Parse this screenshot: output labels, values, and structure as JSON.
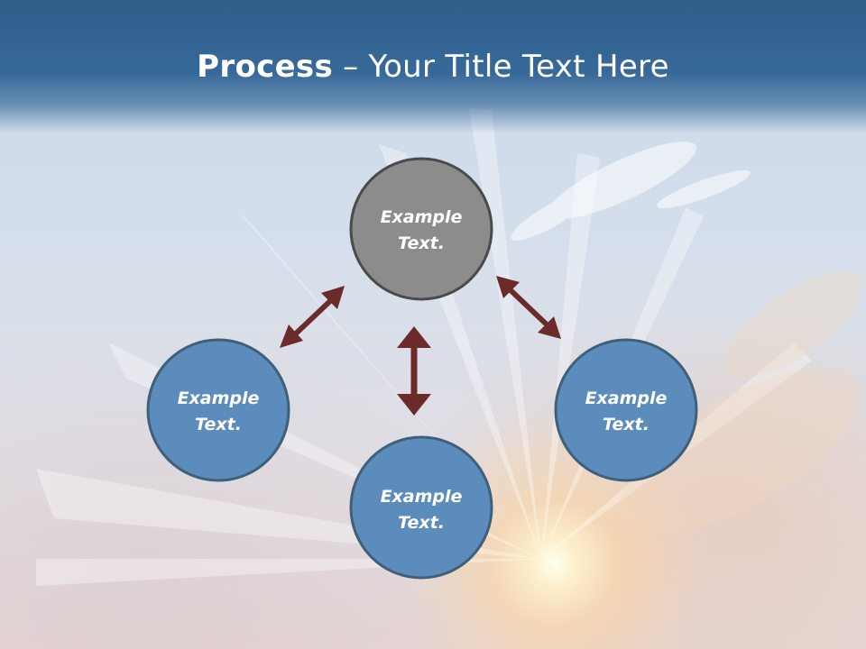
{
  "slide": {
    "title_bold": "Process",
    "title_rest": " – Your Title Text Here"
  },
  "nodes": [
    {
      "id": "top",
      "line1": "Example",
      "line2": "Text.",
      "fill": "#8c8c8c"
    },
    {
      "id": "left",
      "line1": "Example",
      "line2": "Text.",
      "fill": "#5b8cbc"
    },
    {
      "id": "bottom",
      "line1": "Example",
      "line2": "Text.",
      "fill": "#5b8cbc"
    },
    {
      "id": "right",
      "line1": "Example",
      "line2": "Text.",
      "fill": "#5b8cbc"
    }
  ],
  "colors": {
    "header": "#2e5f8a",
    "arrow": "#6b2b2b",
    "node_stroke": "#3f5f7a",
    "gray_node_stroke": "#4a4a4a"
  }
}
